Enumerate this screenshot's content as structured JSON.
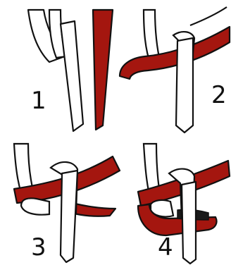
{
  "steps": [
    {
      "number": "1"
    },
    {
      "number": "2"
    },
    {
      "number": "3"
    },
    {
      "number": "4"
    }
  ],
  "colors": {
    "strap_red": "#A4160F",
    "strap_white": "#FFFFFF",
    "outline": "#111111"
  }
}
